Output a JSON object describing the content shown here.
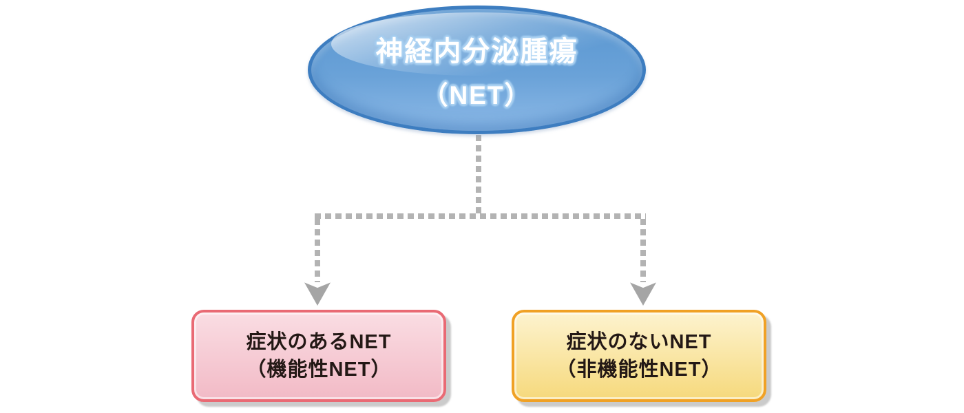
{
  "root": {
    "title": "神経内分泌腫瘍",
    "subtitle": "（NET）"
  },
  "children": [
    {
      "line1": "症状のあるNET",
      "line2": "（機能性NET）"
    },
    {
      "line1": "症状のないNET",
      "line2": "（非機能性NET）"
    }
  ],
  "colors": {
    "background": "#ffffff",
    "ellipse_border": "#3d7dc0",
    "ellipse_fill_top": "#5795d0",
    "ellipse_fill_bottom": "#8cb9e7",
    "connector_gray": "#b3b3b3",
    "arrow_gray": "#a5a5a5",
    "pink_border": "#e96a74",
    "pink_fill_top": "#fadde3",
    "pink_fill_bottom": "#f2bac6",
    "yellow_border": "#f0a125",
    "yellow_fill_top": "#fdf3cf",
    "yellow_fill_bottom": "#f6d97c",
    "node_text": "#231815"
  }
}
